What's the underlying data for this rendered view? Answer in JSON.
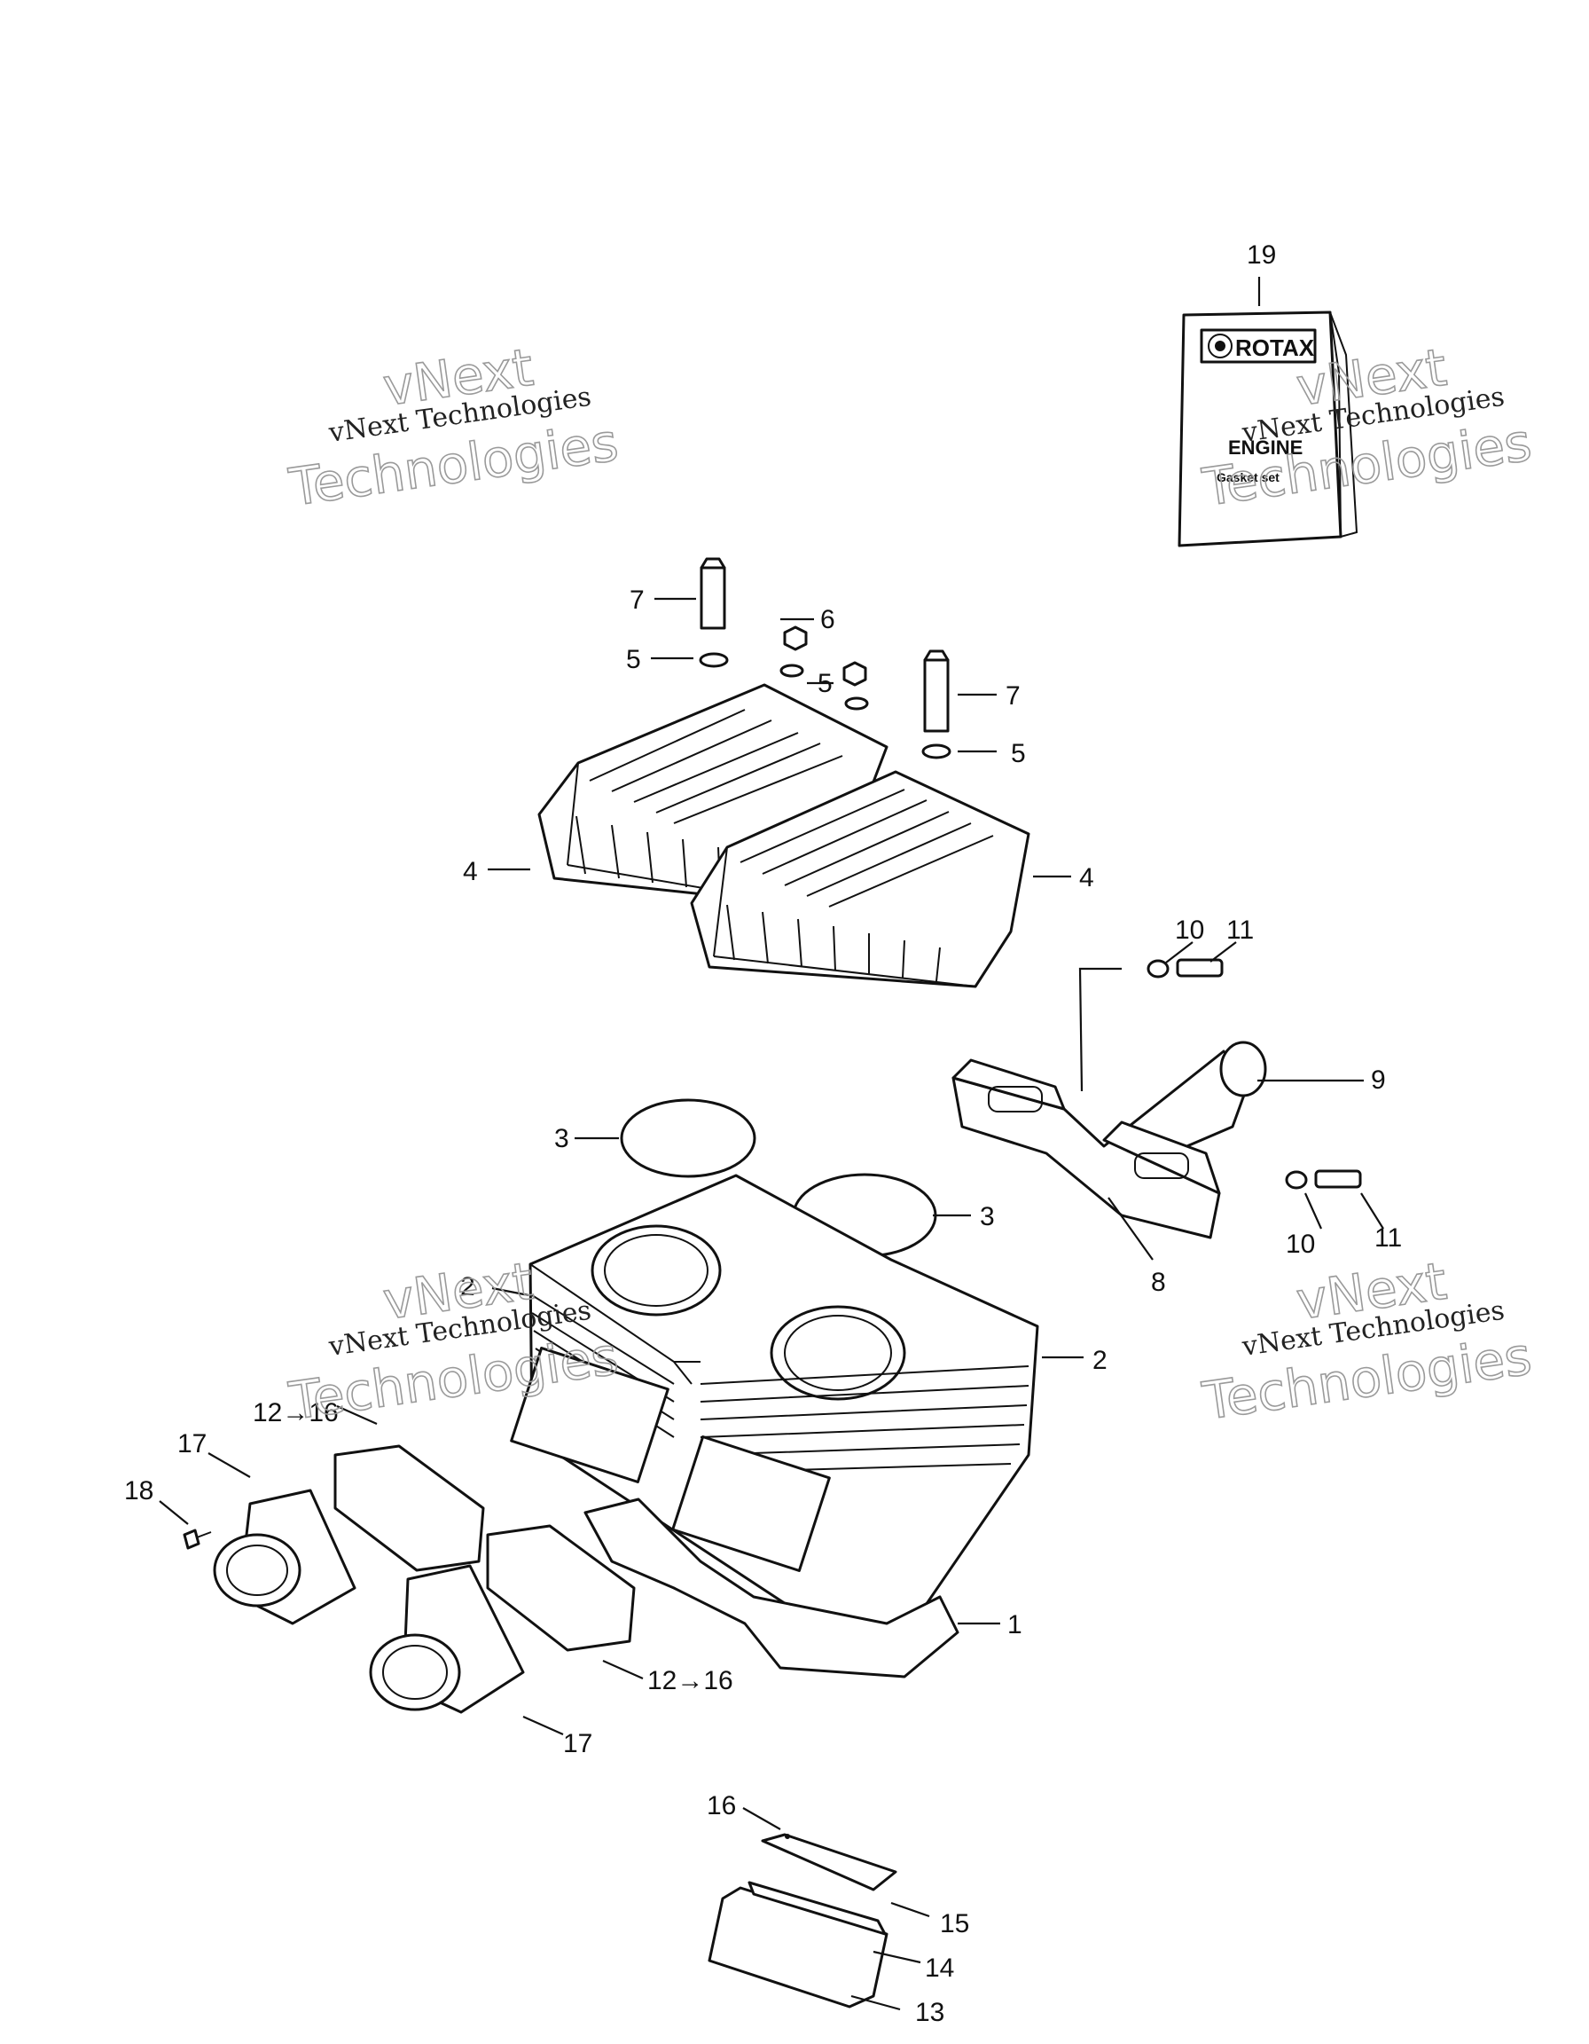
{
  "callouts": {
    "c1": "1",
    "c2a": "2",
    "c2b": "2",
    "c3a": "3",
    "c3b": "3",
    "c4a": "4",
    "c4b": "4",
    "c5a": "5",
    "c5b": "5",
    "c5c": "5",
    "c6": "6",
    "c7a": "7",
    "c7b": "7",
    "c8": "8",
    "c9": "9",
    "c10a": "10",
    "c10b": "10",
    "c11a": "11",
    "c11b": "11",
    "c12a": "12→16",
    "c12b": "12→16",
    "c13": "13",
    "c14": "14",
    "c15": "15",
    "c16": "16",
    "c17a": "17",
    "c17b": "17",
    "c18": "18",
    "c19": "19"
  },
  "manual": {
    "brand": "ROTAX",
    "title": "ENGINE",
    "subtitle": "Gasket set"
  },
  "watermark": {
    "line1": "vNext",
    "line2": "vNext Technologies",
    "line3": "Technologies"
  }
}
